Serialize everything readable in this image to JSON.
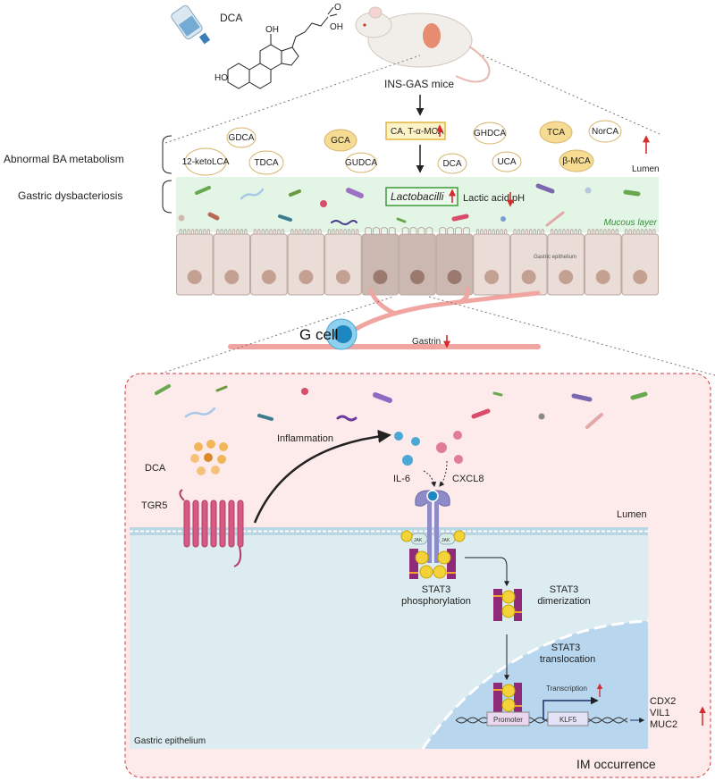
{
  "top": {
    "dca_label": "DCA",
    "molecule_oh_top": "OH",
    "molecule_oh_acid": "OH",
    "molecule_o": "O",
    "molecule_ho": "HO",
    "mice_label": "INS-GAS mice",
    "ca_box": "CA, T-α-MCA",
    "lumen_label": "Lumen"
  },
  "side_labels": {
    "ba_metabolism": "Abnormal BA metabolism",
    "dysbacteriosis": "Gastric dysbacteriosis"
  },
  "bile_acids": [
    {
      "name": "12-ketoLCA",
      "filled": false
    },
    {
      "name": "GDCA",
      "filled": false
    },
    {
      "name": "TDCA",
      "filled": false
    },
    {
      "name": "GCA",
      "filled": true
    },
    {
      "name": "GUDCA",
      "filled": false
    },
    {
      "name": "GHDCA",
      "filled": false
    },
    {
      "name": "TCA",
      "filled": true
    },
    {
      "name": "NorCA",
      "filled": false
    },
    {
      "name": "DCA",
      "filled": false
    },
    {
      "name": "UCA",
      "filled": false
    },
    {
      "name": "β-MCA",
      "filled": true
    }
  ],
  "mucous": {
    "lactobacilli": "Lactobacilli",
    "lactic_acid": "Lactic acid pH",
    "mucous_layer": "Mucous layer",
    "gastric_epithelium": "Gastric epithelium"
  },
  "gcell": {
    "label": "G cell",
    "gastrin": "Gastrin"
  },
  "mechanism": {
    "dca": "DCA",
    "tgr5": "TGR5",
    "inflammation": "Inflammation",
    "il6": "IL-6",
    "cxcl8": "CXCL8",
    "lumen": "Lumen",
    "jak": "JAK",
    "stat3_phos_1": "STAT3",
    "stat3_phos_2": "phosphorylation",
    "stat3_dim_1": "STAT3",
    "stat3_dim_2": "dimerization",
    "stat3_trans_1": "STAT3",
    "stat3_trans_2": "translocation",
    "transcription": "Transcription",
    "promoter": "Promoter",
    "klf5": "KLF5",
    "genes": [
      "CDX2",
      "VIL1",
      "MUC2"
    ],
    "gastric_epithelium": "Gastric epithelium",
    "im_occurrence": "IM occurrence"
  },
  "colors": {
    "up_down_arrow": "#d42b2b",
    "mucous_band": "#e3f6e6",
    "lower_panel_bg": "#fdeaea",
    "cell_bg": "#dcecf0",
    "nucleus_bg": "#b8d6ee",
    "stat3": "#8e2a78",
    "phosphate": "#f3d23a",
    "receptor": "#8e8bc9"
  }
}
